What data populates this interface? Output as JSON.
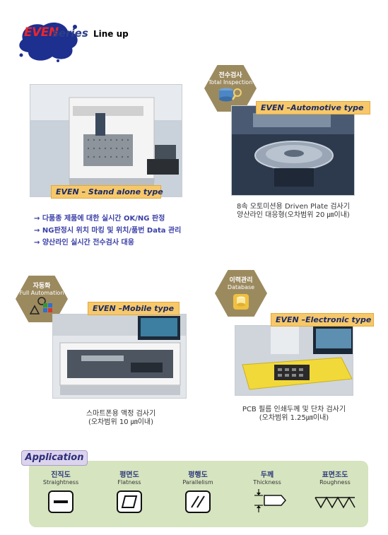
{
  "header": {
    "logo_even": "EVEN",
    "logo_series": "series",
    "title": "Line up"
  },
  "standalone": {
    "type_label": "EVEN – Stand alone type",
    "bullets": [
      "→ 다품종 제품에 대한 실시간 OK/NG 판정",
      "→ NG판정시 위치 마킹 및 위치/품번 Data 관리",
      "→ 양산라인 실시간 전수검사 대응"
    ]
  },
  "automotive": {
    "hex_ko": "전수검사",
    "hex_en": "Total Inspection",
    "type_label": "EVEN –Automotive type",
    "caption_line1": "8속 오토미션용 Driven Plate 검사기",
    "caption_line2": "양산라인 대응형(오차범위 20 ㎛이내)"
  },
  "mobile": {
    "hex_ko": "자동화",
    "hex_en": "Full Automation",
    "type_label": "EVEN –Mobile type",
    "caption_line1": "스마트폰용 액정 검사기",
    "caption_line2": "(오차범위 10 ㎛이내)"
  },
  "electronic": {
    "hex_ko": "이력관리",
    "hex_en": "Database",
    "type_label": "EVEN –Electronic type",
    "caption_line1": "PCB 필름 인쇄두께 및 단차 검사기",
    "caption_line2": "(오차범위 1.25㎛이내)"
  },
  "application": {
    "title": "Application",
    "items": [
      {
        "ko": "진직도",
        "en": "Straightness"
      },
      {
        "ko": "평면도",
        "en": "Flatness"
      },
      {
        "ko": "평행도",
        "en": "Parallelism"
      },
      {
        "ko": "두께",
        "en": "Thickness"
      },
      {
        "ko": "표면조도",
        "en": "Roughness"
      }
    ]
  },
  "colors": {
    "ribbon": "#f6c86a",
    "hexagon": "#9c8a5f",
    "panel": "#d6e4bf",
    "bullet_text": "#3a3fa6"
  }
}
